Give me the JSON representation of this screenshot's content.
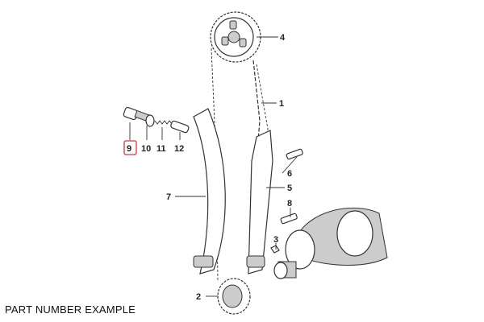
{
  "caption": "PART NUMBER EXAMPLE",
  "highlighted_part": "9",
  "highlight_color": "#e0313b",
  "callouts": {
    "p1": "1",
    "p2": "2",
    "p3": "3",
    "p4": "4",
    "p5": "5",
    "p6": "6",
    "p7": "7",
    "p8": "8",
    "p9": "9",
    "p10": "10",
    "p11": "11",
    "p12": "12"
  }
}
